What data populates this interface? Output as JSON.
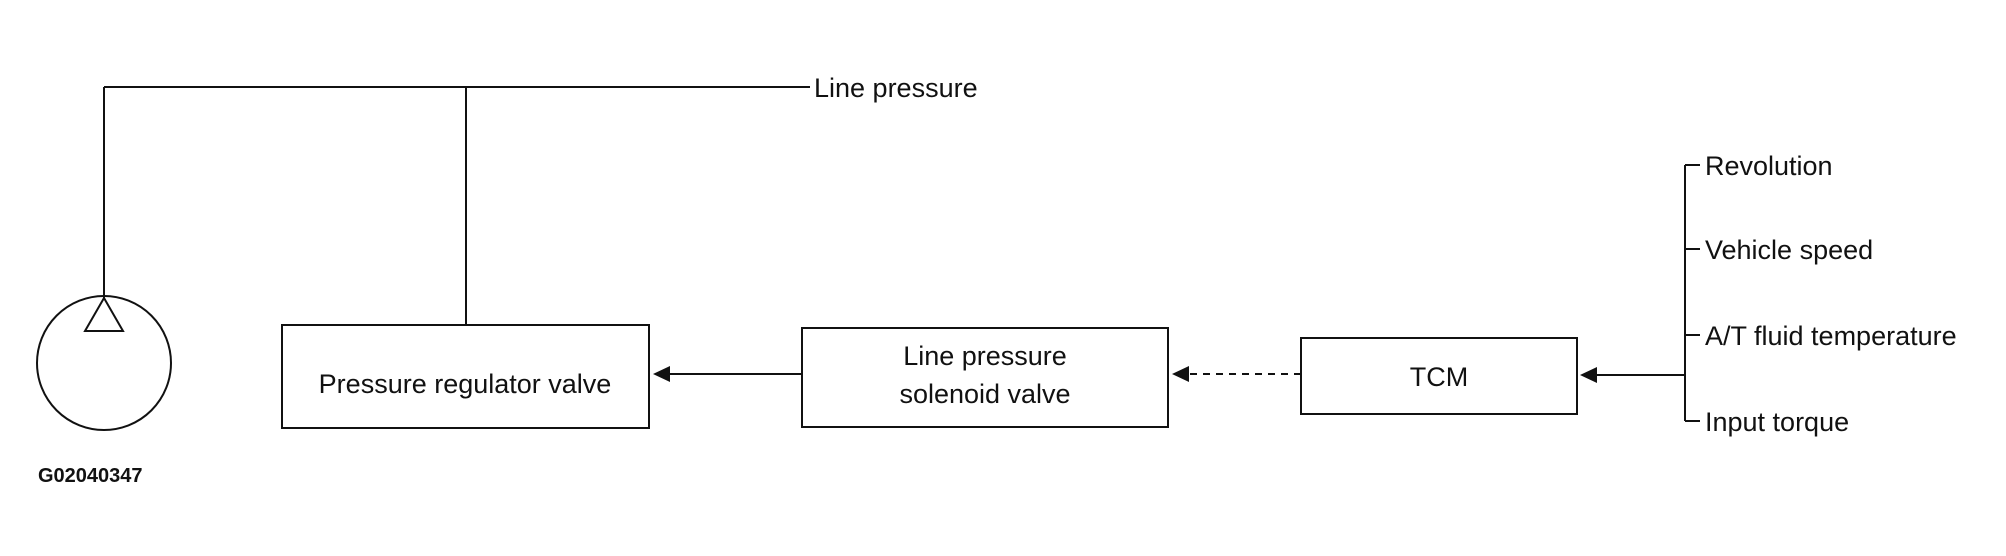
{
  "diagram": {
    "line_pressure_label": "Line pressure",
    "pump_label": "",
    "boxes": {
      "pressure_regulator_valve": "Pressure regulator valve",
      "line_pressure_solenoid_valve_line1": "Line pressure",
      "line_pressure_solenoid_valve_line2": "solenoid valve",
      "tcm": "TCM"
    },
    "inputs": [
      "Revolution",
      "Vehicle speed",
      "A/T fluid temperature",
      "Input torque"
    ],
    "figure_code": "G02040347"
  }
}
